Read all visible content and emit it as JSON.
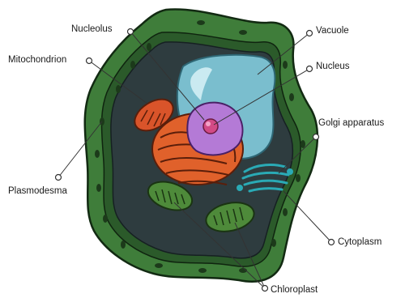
{
  "diagram": {
    "labels": {
      "nucleolus": "Nucleolus",
      "vacuole": "Vacuole",
      "mitochondrion": "Mitochondrion",
      "nucleus": "Nucleus",
      "golgi": "Golgi apparatus",
      "plasmodesma": "Plasmodesma",
      "cytoplasm": "Cytoplasm",
      "chloroplast": "Chloroplast"
    },
    "colors": {
      "cell_wall": "#3f7d3a",
      "cytoplasm": "#2e3c3f",
      "vacuole": "#7fc5d6",
      "nucleus": "#b47ad6",
      "nucleolus": "#d24a86",
      "er": "#e0612b",
      "mitochondrion": "#d9542a",
      "golgi": "#2aaab5",
      "chloroplast": "#4e8a3a"
    }
  }
}
